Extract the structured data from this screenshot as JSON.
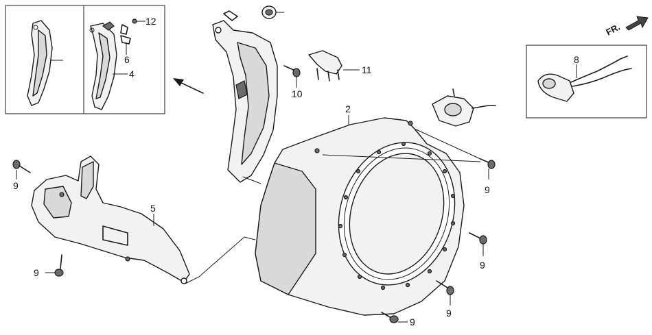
{
  "diagram": {
    "front_indicator": "FR.",
    "callouts": {
      "p2": "2",
      "p4": "4",
      "p5": "5",
      "p6": "6",
      "p8": "8",
      "p9": "9",
      "p10": "10",
      "p11": "11",
      "p12": "12"
    }
  }
}
